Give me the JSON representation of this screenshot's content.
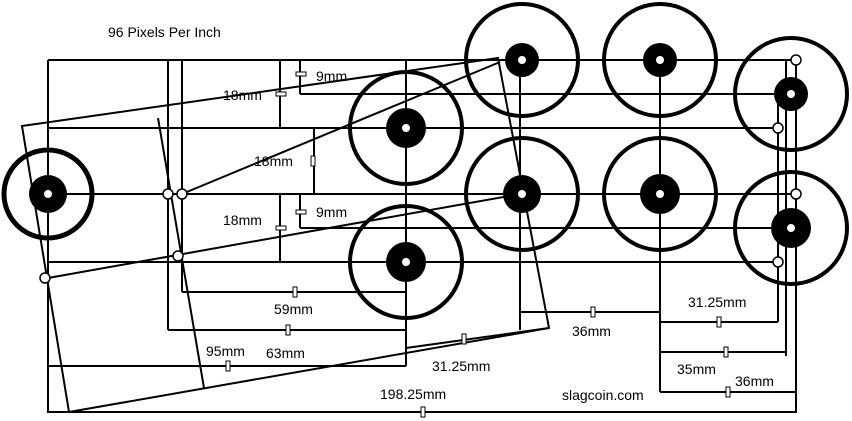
{
  "header": {
    "ppi_label": "96 Pixels Per Inch"
  },
  "footer": {
    "credit": "slagcoin.com"
  },
  "dimensions": {
    "d18_top": "18mm",
    "d9_top": "9mm",
    "d18_mid": "18mm",
    "d18_low": "18mm",
    "d9_low": "9mm",
    "d59": "59mm",
    "d95": "95mm",
    "d63": "63mm",
    "d31_left": "31.25mm",
    "d36_mid": "36mm",
    "d31_right": "31.25mm",
    "d35": "35mm",
    "d36_right": "36mm",
    "d198": "198.25mm"
  },
  "colors": {
    "line": "#000000",
    "background": "#ffffff"
  }
}
